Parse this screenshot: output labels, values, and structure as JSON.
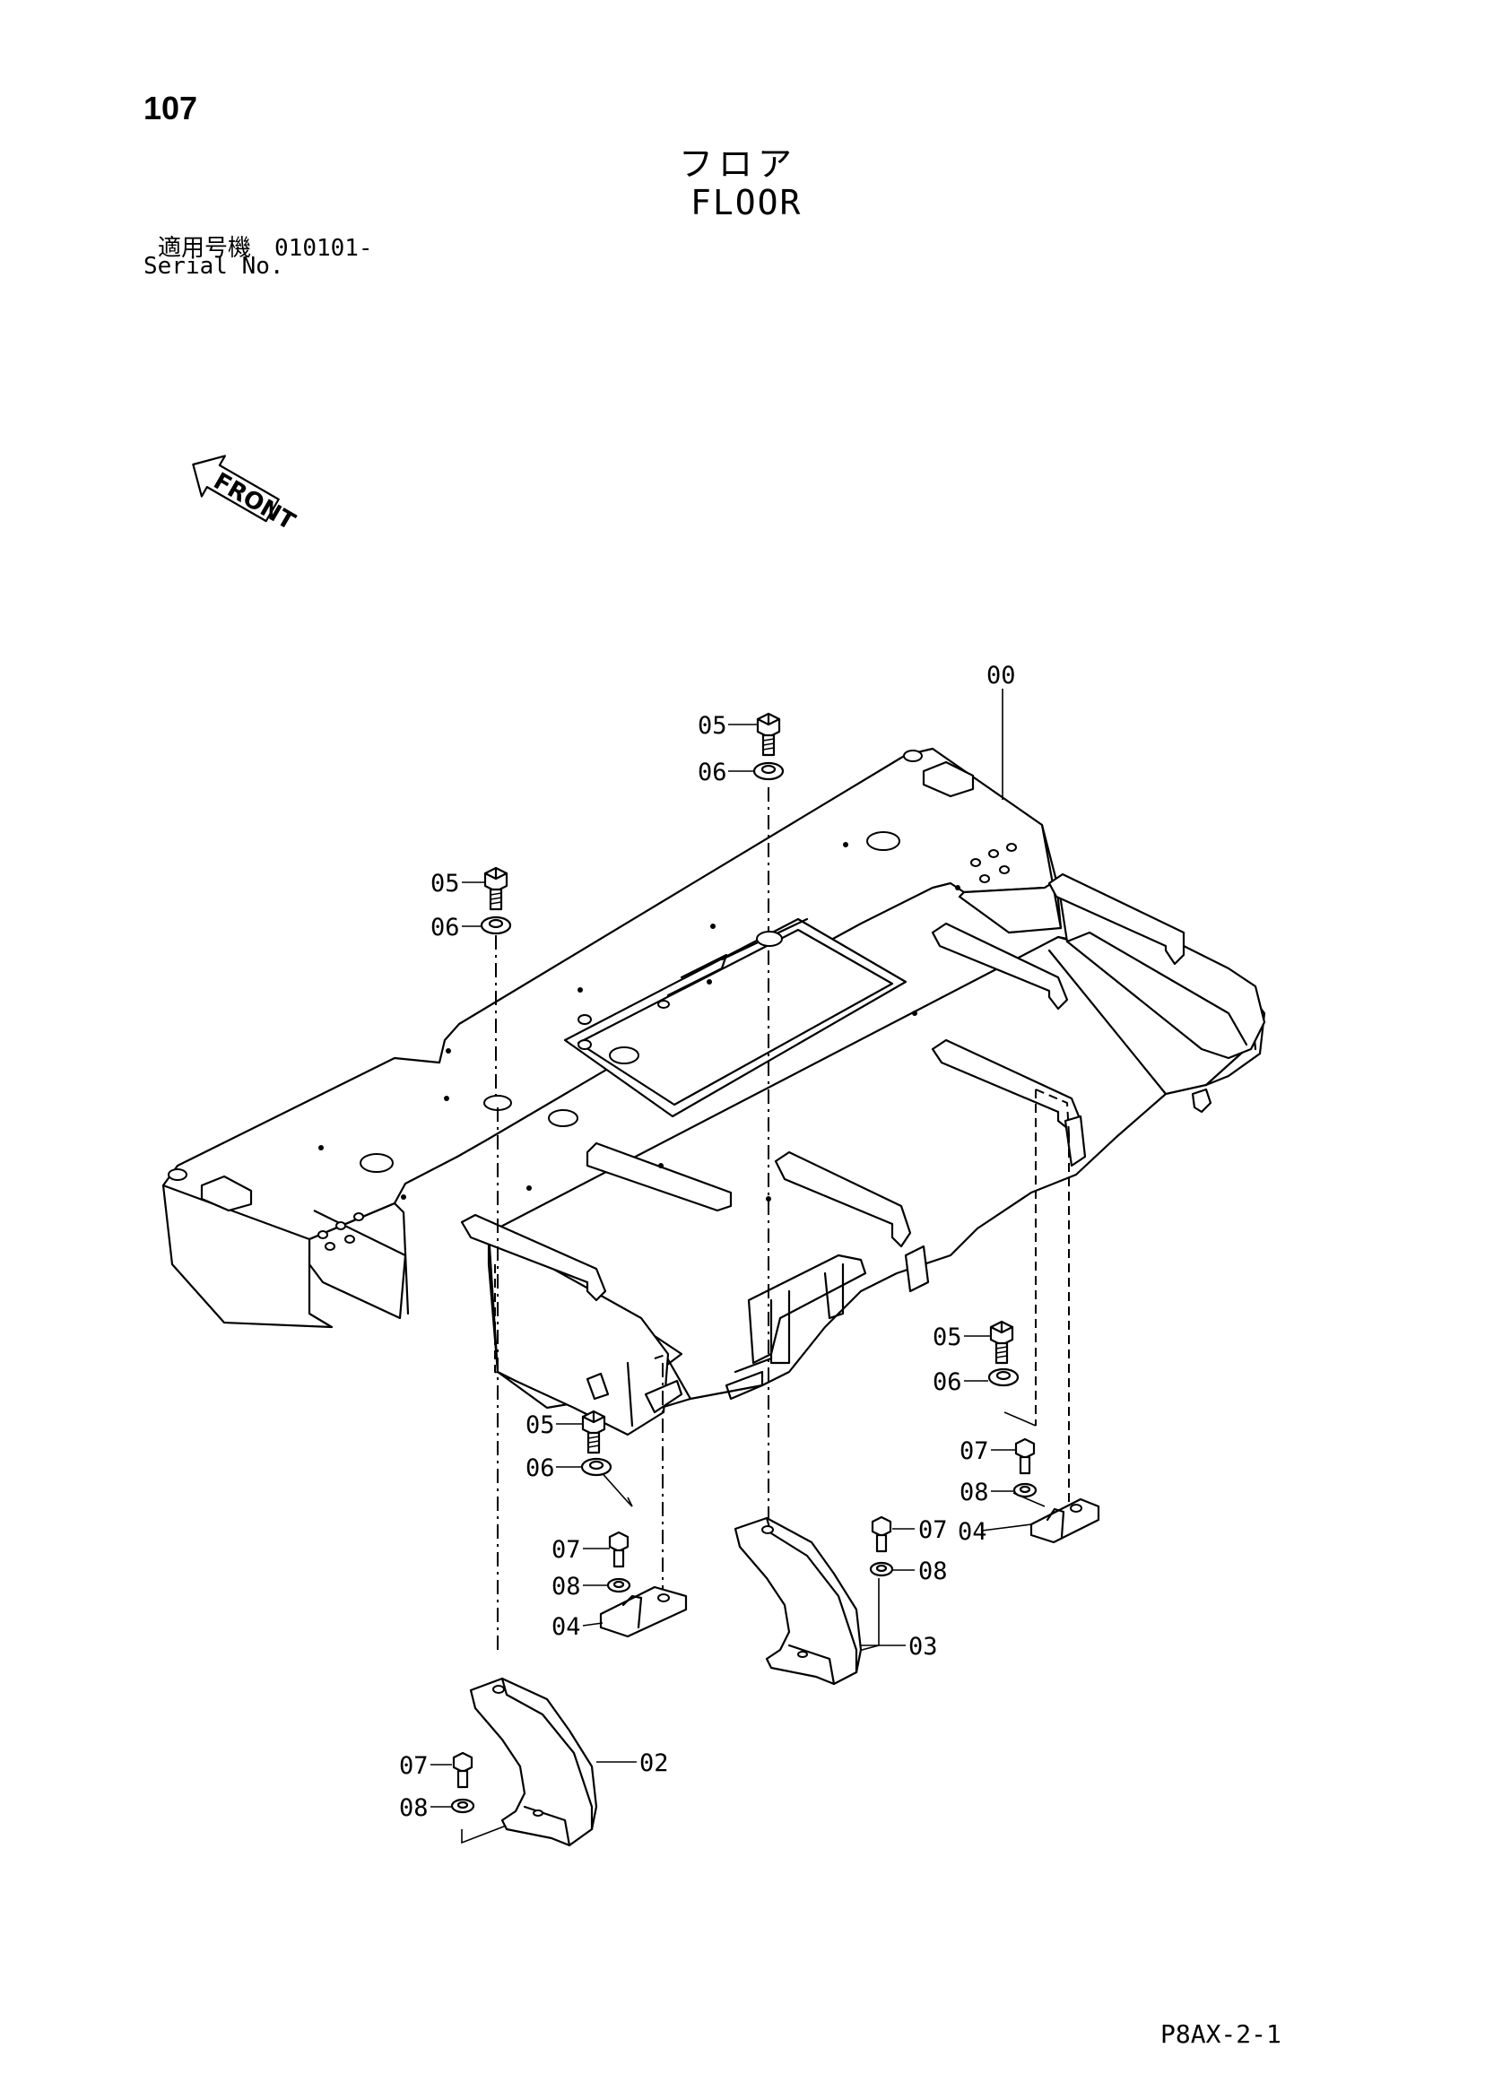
{
  "header": {
    "page_number": "107",
    "title_jp": "フロア",
    "title_en": "FLOOR",
    "serial_label_jp": "適用号機",
    "serial_value": "010101-",
    "serial_label_en": "Serial No."
  },
  "front_indicator": {
    "label": "FRONT",
    "icon": "front-arrow-icon"
  },
  "callouts": {
    "main_floor": "00",
    "rh_cover": "02",
    "lh_cover": "03",
    "bracket": "04",
    "bolt": "05",
    "washer": "06",
    "bolt_small": "07",
    "washer_small": "08"
  },
  "footer": {
    "doc_code": "P8AX-2-1"
  }
}
